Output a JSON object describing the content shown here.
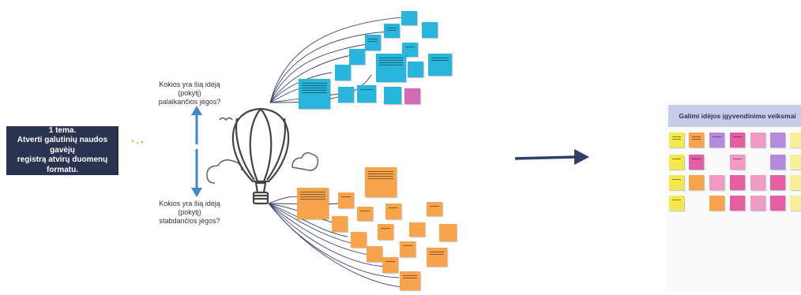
{
  "topic": {
    "lines": [
      "1 tema.",
      "Atverti galutinių naudos gavėjų",
      "registrą atvirų duomenų",
      "formatu."
    ]
  },
  "questions": {
    "driving": [
      "Kokios yra šią idėją (pokytį)",
      "palaikančios jėgos?"
    ],
    "restraining": [
      "Kokios yra šią idėją (pokytį)",
      "stabdančios jėgos?"
    ]
  },
  "actions_panel": {
    "title": "Galimi idėjos įgyvendinimo veiksmai"
  },
  "colors": {
    "topic_bg": "#2a3350",
    "arrow_blue": "#3f86d0",
    "connector": "#3e4470",
    "note_blue": "#29b6dd",
    "note_orange": "#f7a44c",
    "note_pink": "#d36ab8",
    "note_yellow": "#f5e84a",
    "note_purple": "#b48adf",
    "panel_header": "#c6cdea"
  },
  "icons": {
    "center": "hot-air-balloon-icon",
    "vertical_arrow": "double-headed-arrow-icon",
    "flow_arrow": "right-arrow-icon",
    "cloud": "cloud-icon",
    "bird": "bird-icon"
  }
}
